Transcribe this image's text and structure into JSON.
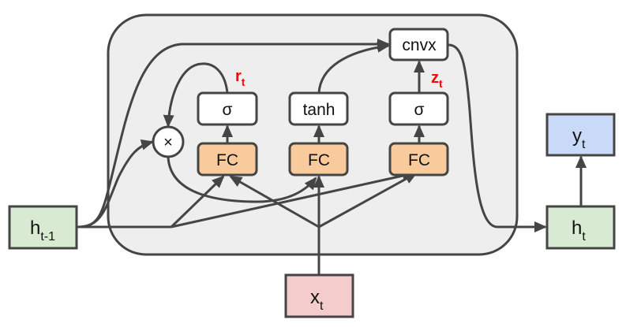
{
  "diagram": {
    "title": "GRU-style gated recurrent cell",
    "colors": {
      "cell_background": "#eeeeee",
      "line": "#454545",
      "hidden_state": "#d9ead3",
      "input": "#f4cccc",
      "output": "#c9daf8",
      "fc": "#f9cb9c",
      "op": "#ffffff",
      "gate_label": "#ff0000"
    },
    "nodes": {
      "h_prev": {
        "base": "h",
        "sub": "t-1"
      },
      "x": {
        "base": "x",
        "sub": "t"
      },
      "h": {
        "base": "h",
        "sub": "t"
      },
      "y": {
        "base": "y",
        "sub": "t"
      },
      "sigma_r": {
        "label": "σ"
      },
      "tanh": {
        "label": "tanh"
      },
      "sigma_z": {
        "label": "σ"
      },
      "fc_r": {
        "label": "FC"
      },
      "fc_tanh": {
        "label": "FC"
      },
      "fc_z": {
        "label": "FC"
      },
      "cnvx": {
        "label": "cnvx"
      },
      "multiply": {
        "label": "×"
      }
    },
    "gate_labels": {
      "r": {
        "base": "r",
        "sub": "t"
      },
      "z": {
        "base": "z",
        "sub": "t"
      }
    },
    "edges": [
      {
        "from": "h_prev",
        "to": "cnvx"
      },
      {
        "from": "h_prev",
        "to": "multiply"
      },
      {
        "from": "h_prev",
        "to": "fc_r"
      },
      {
        "from": "h_prev",
        "to": "fc_z"
      },
      {
        "from": "x",
        "to": "fc_r"
      },
      {
        "from": "x",
        "to": "fc_tanh"
      },
      {
        "from": "x",
        "to": "fc_z"
      },
      {
        "from": "sigma_r",
        "to": "multiply"
      },
      {
        "from": "multiply",
        "to": "fc_tanh"
      },
      {
        "from": "fc_r",
        "to": "sigma_r"
      },
      {
        "from": "fc_tanh",
        "to": "tanh"
      },
      {
        "from": "fc_z",
        "to": "sigma_z"
      },
      {
        "from": "tanh",
        "to": "cnvx"
      },
      {
        "from": "sigma_z",
        "to": "cnvx"
      },
      {
        "from": "cnvx",
        "to": "h"
      },
      {
        "from": "h",
        "to": "y"
      }
    ]
  }
}
